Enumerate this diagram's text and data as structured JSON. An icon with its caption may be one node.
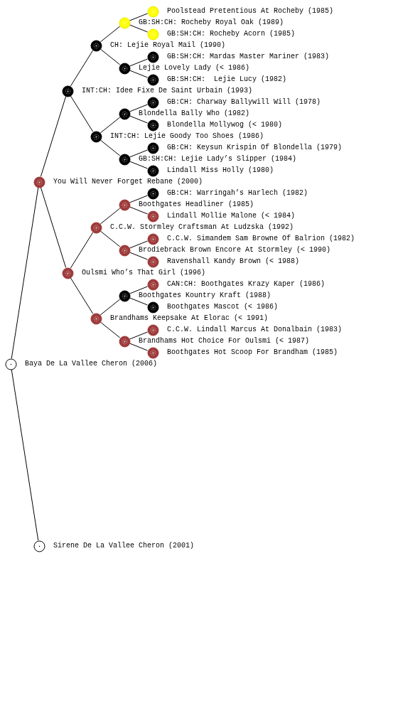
{
  "diagram": {
    "nodes": [
      {
        "text": [],
        "shape": "circle",
        "beside": [
          "Poolstead Pretentious At Rocheby (1985)"
        ]
      },
      {
        "text": [],
        "shape": "circle"
      },
      {
        "text": [],
        "shape": "circle",
        "beside": [
          "GB:SH:CH: Rocheby Acorn (1985)"
        ]
      },
      {
        "text": [],
        "shape": "circle"
      },
      {
        "text": [],
        "shape": "circle",
        "beside": [
          "GB:SH:CH: Mardas Master Mariner (1983)"
        ]
      },
      {
        "text": [],
        "shape": "circle"
      },
      {
        "text": [],
        "shape": "circle",
        "beside": [
          "GB:SH:CH:  Lejie Lucy (1982)"
        ]
      },
      {
        "text": [],
        "shape": "circle"
      },
      {
        "text": [],
        "shape": "circle",
        "beside": [
          "GB:CH: Charway Ballywill Will (1978)"
        ]
      },
      {
        "text": [],
        "shape": "circle"
      },
      {
        "text": [],
        "shape": "circle",
        "beside": [
          "Blondella Mollywog (< 1980)"
        ]
      },
      {
        "text": [],
        "shape": "circle"
      },
      {
        "text": [],
        "shape": "circle",
        "beside": [
          "GB:CH: Keysun Krispin Of Blondella (1979)"
        ]
      },
      {
        "text": [],
        "shape": "circle"
      },
      {
        "text": [],
        "shape": "circle",
        "beside": [
          "Lindall Miss Holly (1980)"
        ]
      },
      {
        "text": [],
        "shape": "circle"
      },
      {
        "text": [],
        "shape": "circle",
        "beside": [
          "GB:CH: Warringah’s Harlech (1982)"
        ]
      },
      {
        "text": [],
        "shape": "circle"
      },
      {
        "text": [],
        "shape": "circle",
        "beside": [
          "Lindall Mollie Malone (< 1984)"
        ]
      },
      {
        "text": [],
        "shape": "circle"
      },
      {
        "text": [],
        "shape": "circle",
        "beside": [
          "C.C.W. Simandem Sam Browne Of Balrion (1982)"
        ]
      },
      {
        "text": [],
        "shape": "circle"
      },
      {
        "text": [],
        "shape": "circle",
        "beside": [
          "Ravenshall Kandy Brown (< 1988)"
        ]
      },
      {
        "text": [],
        "shape": "circle"
      },
      {
        "text": [],
        "shape": "circle",
        "beside": [
          "CAN:CH: Boothgates Krazy Kaper (1986)"
        ]
      },
      {
        "text": [],
        "shape": "circle"
      },
      {
        "text": [],
        "shape": "circle",
        "beside": [
          "Boothgates Mascot (< 1986)"
        ]
      },
      {
        "text": [],
        "shape": "circle"
      },
      {
        "text": [],
        "shape": "circle",
        "beside": [
          "C.C.W. Lindall Marcus At Donalbain (1983)"
        ]
      },
      {
        "text": [],
        "shape": "circle"
      },
      {
        "text": [],
        "shape": "circle",
        "beside": [
          "Boothgates Hot Scoop For Brandham (1985)"
        ]
      },
      {
        "text": [],
        "shape": "circle"
      },
      {
        "text": [],
        "shape": "circle",
        "beside": [
          "Sirene De La Vallee Cheron (2001)"
        ]
      }
    ],
    "edges": [
      {
        "from": 31,
        "to": 15,
        "arrow": "none"
      },
      {
        "from": 31,
        "to": 32,
        "arrow": "none"
      },
      {
        "from": 15,
        "to": 7,
        "arrow": "none"
      },
      {
        "from": 15,
        "to": 23,
        "arrow": "none"
      },
      {
        "from": 7,
        "to": 3,
        "arrow": "none"
      },
      {
        "from": 7,
        "to": 11,
        "arrow": "none"
      },
      {
        "from": 3,
        "to": 1,
        "arrow": "none"
      },
      {
        "from": 3,
        "to": 5,
        "arrow": "none"
      },
      {
        "from": 1,
        "to": 0,
        "arrow": "none"
      },
      {
        "from": 1,
        "to": 2,
        "arrow": "none"
      },
      {
        "from": 5,
        "to": 4,
        "arrow": "none"
      },
      {
        "from": 5,
        "to": 6,
        "arrow": "none"
      },
      {
        "from": 11,
        "to": 9,
        "arrow": "none"
      },
      {
        "from": 11,
        "to": 13,
        "arrow": "none"
      },
      {
        "from": 9,
        "to": 8,
        "arrow": "none"
      },
      {
        "from": 9,
        "to": 10,
        "arrow": "none"
      },
      {
        "from": 13,
        "to": 12,
        "arrow": "none"
      },
      {
        "from": 13,
        "to": 14,
        "arrow": "none"
      },
      {
        "from": 23,
        "to": 19,
        "arrow": "none"
      },
      {
        "from": 23,
        "to": 27,
        "arrow": "none"
      },
      {
        "from": 19,
        "to": 17,
        "arrow": "none"
      },
      {
        "from": 19,
        "to": 21,
        "arrow": "none"
      },
      {
        "from": 17,
        "to": 16,
        "arrow": "none"
      },
      {
        "from": 17,
        "to": 18,
        "arrow": "none"
      },
      {
        "from": 21,
        "to": 20,
        "arrow": "none"
      },
      {
        "from": 21,
        "to": 22,
        "arrow": "none"
      },
      {
        "from": 27,
        "to": 25,
        "arrow": "none"
      },
      {
        "from": 27,
        "to": 29,
        "arrow": "none"
      },
      {
        "from": 25,
        "to": 24,
        "arrow": "none"
      },
      {
        "from": 25,
        "to": 26,
        "arrow": "none"
      },
      {
        "from": 29,
        "to": 28,
        "arrow": "none"
      },
      {
        "from": 29,
        "to": 30,
        "arrow": "none"
      }
    ],
    "labels": [
      "GB:SH:CH: Rocheby Royal Oak (1989)",
      "CH: Lejie Royal Mail (1990)",
      "Lejie Lovely Lady (< 1986)",
      "INT:CH: Idee Fixe De Saint Urbain (1993)",
      "Blondella Bally Who (1982)",
      "INT:CH: Lejie Goody Too Shoes (1986)",
      "GB:SH:CH: Lejie Lady’s Slipper (1984)",
      "You Will Never Forget Rebane (2000)",
      "Boothgates Headliner (1985)",
      "C.C.W. Stormley Craftsman At Ludzska (1992)",
      "Brodiebrack Brown Encore At Stormley (< 1990)",
      "Oulsmi Who’s That Girl (1996)",
      "Boothgates Kountry Kraft (1988)",
      "Brandhams Keepsake At Elorac (< 1991)",
      "Brandhams Hot Choice For Oulsmi (< 1987)",
      "Baya De La Vallee Cheron (2006)"
    ]
  }
}
